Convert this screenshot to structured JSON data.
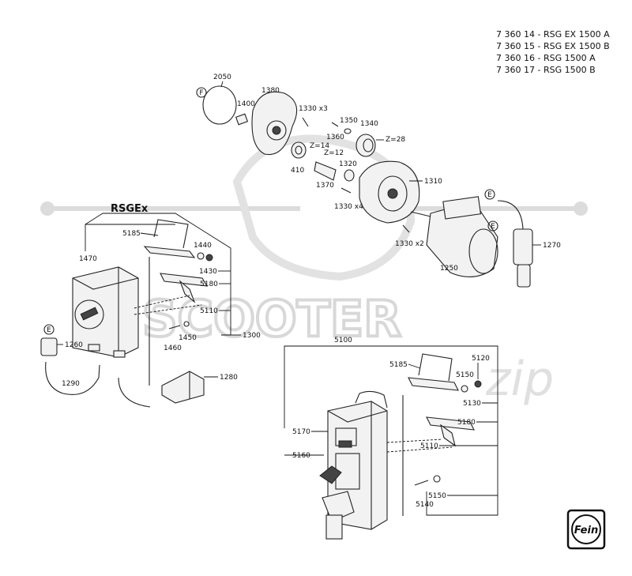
{
  "models": [
    "7 360 14 - RSG EX 1500 A",
    "7 360 15 - RSG EX 1500 B",
    "7 360 16 - RSG 1500 A",
    "7 360 17 - RSG 1500 B"
  ],
  "group_title": "RSGEx",
  "watermark": {
    "word": "SCOOTER",
    "script": "zip"
  },
  "logo_text": "Fein",
  "markers": {
    "f": "F",
    "e": "E"
  },
  "labels": {
    "p2050": "2050",
    "p1400": "1400",
    "p1380": "1380",
    "p1330x3": "1330 x3",
    "p1350": "1350",
    "p1360": "1360",
    "p1340": "1340",
    "z28": "Z=28",
    "z14": "Z=14",
    "z12": "Z=12",
    "p410": "410",
    "p1320": "1320",
    "p1370": "1370",
    "p1310": "1310",
    "p1330x4": "1330 x4",
    "p1330x2": "1330 x2",
    "p1250": "1250",
    "p1270": "1270",
    "p5185a": "5185",
    "p1440": "1440",
    "p1430": "1430",
    "p1470": "1470",
    "p5180a": "5180",
    "p5110a": "5110",
    "p1300": "1300",
    "p1450": "1450",
    "p1460": "1460",
    "p1260": "1260",
    "p1290": "1290",
    "p1280": "1280",
    "p5100": "5100",
    "p5120": "5120",
    "p5185b": "5185",
    "p5150a": "5150",
    "p5130": "5130",
    "p5180b": "5180",
    "p5170": "5170",
    "p5110b": "5110",
    "p5160": "5160",
    "p5150b": "5150",
    "p5140": "5140"
  },
  "colors": {
    "line": "#222222",
    "watermark": "#d6d6d6"
  }
}
